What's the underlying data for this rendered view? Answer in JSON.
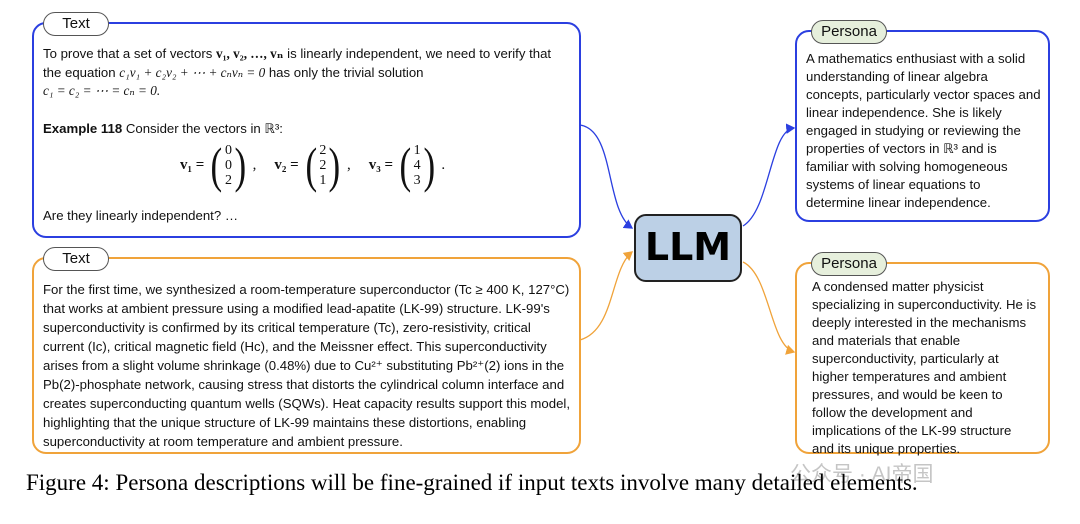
{
  "text_box_1": {
    "tag": "Text",
    "line1_pre": "To prove that a set of vectors ",
    "vectors_seq": "v₁, v₂, …, vₙ",
    "line1_post": " is linearly independent, we need to verify that",
    "line2_pre": "the equation ",
    "equation": "c₁v₁ + c₂v₂ + ⋯ + cₙvₙ = 0",
    "line2_post": " has only the trivial solution",
    "trivial": "c₁ = c₂ = ⋯ = cₙ = 0.",
    "example_label": "Example 118",
    "example_text": " Consider the vectors in ℝ³:",
    "v1_label": "v₁ =",
    "v1": [
      "0",
      "0",
      "2"
    ],
    "v2_label": "v₂ =",
    "v2": [
      "2",
      "2",
      "1"
    ],
    "v3_label": "v₃ =",
    "v3": [
      "1",
      "4",
      "3"
    ],
    "question": "Are they linearly independent? …"
  },
  "text_box_2": {
    "tag": "Text",
    "lines": [
      "For the first time, we synthesized a room-temperature superconductor (Tc ≥ 400 K, 127°C)",
      "that works at ambient pressure using a modified lead-apatite (LK-99) structure. LK-99's",
      "superconductivity is confirmed by its critical temperature (Tc), zero-resistivity, critical",
      "current (Ic), critical magnetic field (Hc), and the Meissner effect. This superconductivity",
      "arises from a slight volume shrinkage (0.48%) due to Cu²⁺ substituting Pb²⁺(2) ions in the",
      "Pb(2)-phosphate network, causing stress that distorts the cylindrical column interface and",
      "creates superconducting quantum wells (SQWs). Heat capacity results support this model,",
      "highlighting that the unique structure of LK-99 maintains these distortions, enabling",
      "superconductivity at room temperature and ambient pressure."
    ]
  },
  "llm": {
    "label": "LLM"
  },
  "persona_1": {
    "tag": "Persona",
    "lines": [
      "A mathematics enthusiast with a solid",
      "understanding of linear algebra",
      "concepts, particularly vector spaces and",
      "linear independence. She is likely",
      "engaged in studying or reviewing the",
      "properties of vectors in ℝ³ and is",
      "familiar with solving homogeneous",
      "systems of linear equations to",
      "determine linear independence."
    ]
  },
  "persona_2": {
    "tag": "Persona",
    "lines": [
      "A condensed matter physicist",
      "specializing in superconductivity. He is",
      "deeply interested in the mechanisms",
      "and materials that enable",
      "superconductivity, particularly at",
      "higher temperatures and ambient",
      "pressures, and would be keen to",
      "follow the development and",
      "implications of the LK-99 structure",
      "and its unique properties."
    ]
  },
  "caption": "Figure 4: Persona descriptions will be fine-grained if input texts involve many detailed elements.",
  "watermark": "公众号 · AI帝国",
  "colors": {
    "blue": "#2b3fe0",
    "orange": "#f0a33a",
    "llm_fill": "#bcd0e6",
    "persona_tag_fill": "#e6efdc"
  }
}
